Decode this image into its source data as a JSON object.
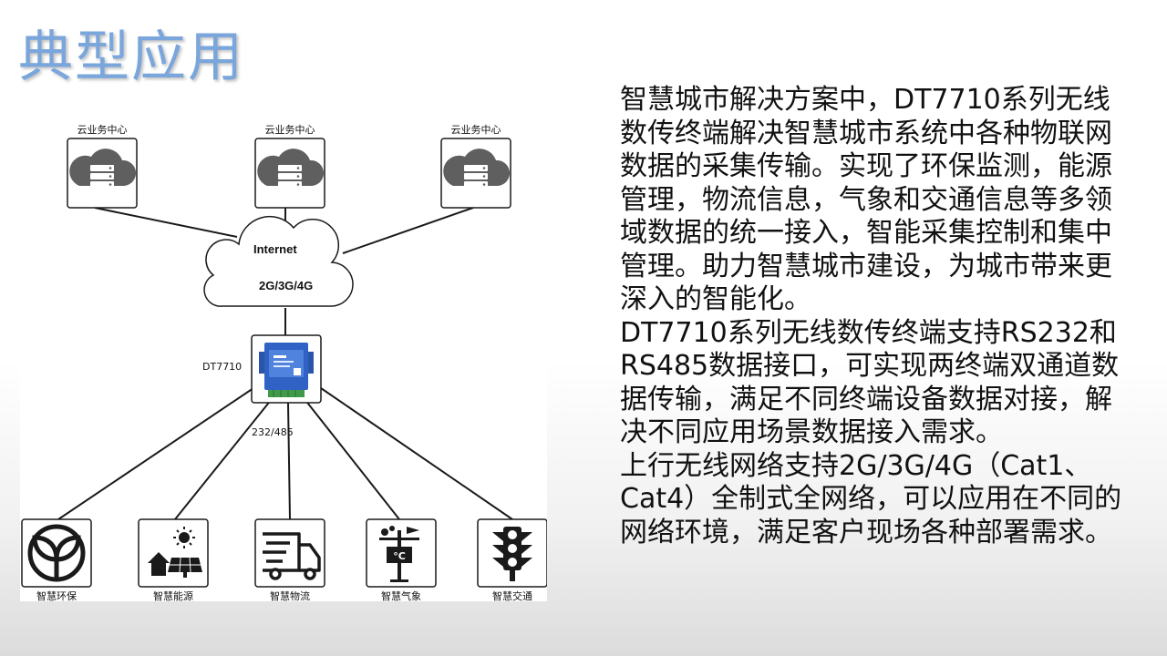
{
  "slide": {
    "title": "典型应用"
  },
  "diagram": {
    "cloud_centers": [
      "云业务中心",
      "云业务中心",
      "云业务中心"
    ],
    "internet": {
      "line1": "Internet",
      "line2": "2G/3G/4G"
    },
    "device_label": "DT7710",
    "interface_label": "232/485",
    "applications": [
      "智慧环保",
      "智慧能源",
      "智慧物流",
      "智慧气象",
      "智慧交通"
    ],
    "icons": [
      "cloud-server-icon",
      "sprout-icon",
      "house-solar-icon",
      "delivery-truck-icon",
      "weather-station-icon",
      "traffic-light-icon"
    ],
    "colors": {
      "icon_gray": "#5f5f5f",
      "device_blue": "#2f62c4",
      "terminal_green": "#3f9a4a"
    }
  },
  "body": {
    "paragraphs": [
      "智慧城市解决方案中，DT7710系列无线数传终端解决智慧城市系统中各种物联网数据的采集传输。实现了环保监测，能源管理，物流信息，气象和交通信息等多领域数据的统一接入，智能采集控制和集中管理。助力智慧城市建设，为城市带来更深入的智能化。",
      "DT7710系列无线数传终端支持RS232和RS485数据接口，可实现两终端双通道数据传输，满足不同终端设备数据对接，解决不同应用场景数据接入需求。",
      "上行无线网络支持2G/3G/4G（Cat1、Cat4）全制式全网络，可以应用在不同的网络环境，满足客户现场各种部署需求。"
    ]
  }
}
